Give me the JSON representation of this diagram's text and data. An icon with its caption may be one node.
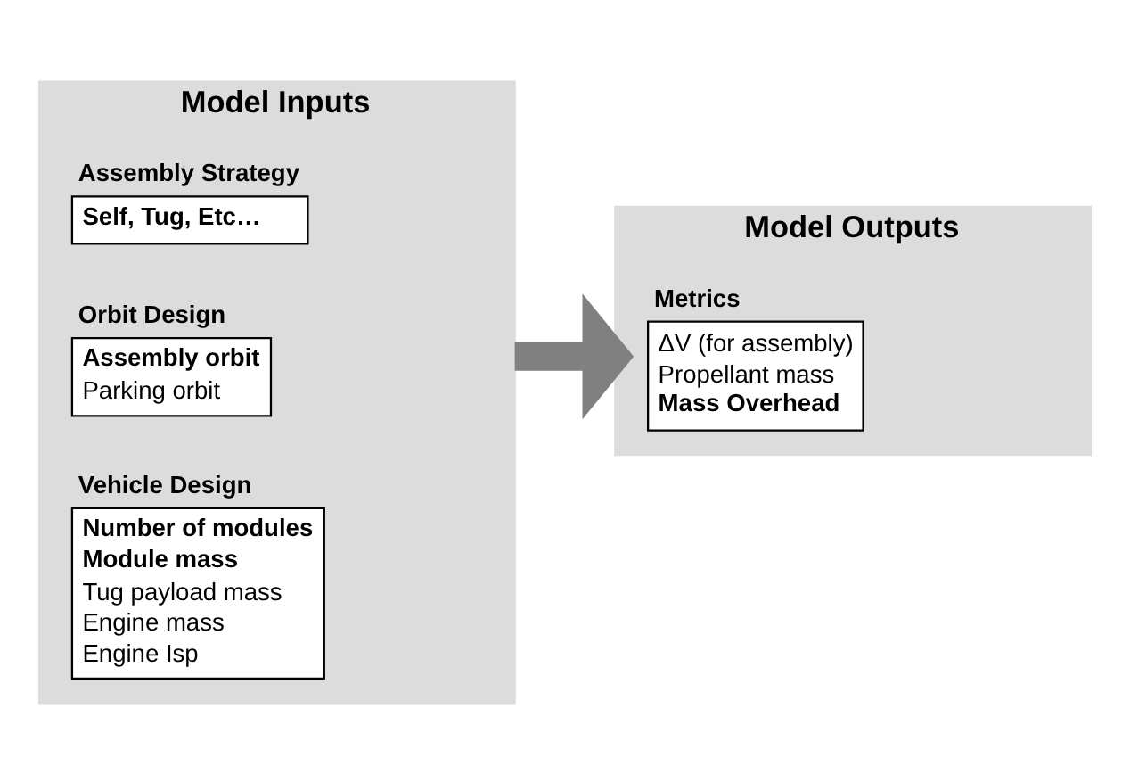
{
  "diagram": {
    "nodes": [
      {
        "text": [
          "Model Inputs"
        ]
      },
      {
        "text": [
          "Assembly Strategy",
          "Self, Tug, Etc…"
        ],
        "in": 0
      },
      {
        "text": [
          "Orbit Design",
          "Assembly orbit",
          "Parking orbit"
        ],
        "in": 0
      },
      {
        "text": [
          "Vehicle Design",
          "Number of modules",
          "Module mass",
          "Tug payload mass",
          "Engine mass",
          "Engine Isp"
        ],
        "in": 0
      },
      {
        "text": [
          "Model Outputs"
        ]
      },
      {
        "text": [
          "Metrics",
          "ΔV (for assembly)",
          "Propellant mass",
          "Mass Overhead"
        ],
        "in": 4
      }
    ],
    "edges": [
      {
        "from": 0,
        "to": 4,
        "arrow": "to"
      }
    ]
  }
}
